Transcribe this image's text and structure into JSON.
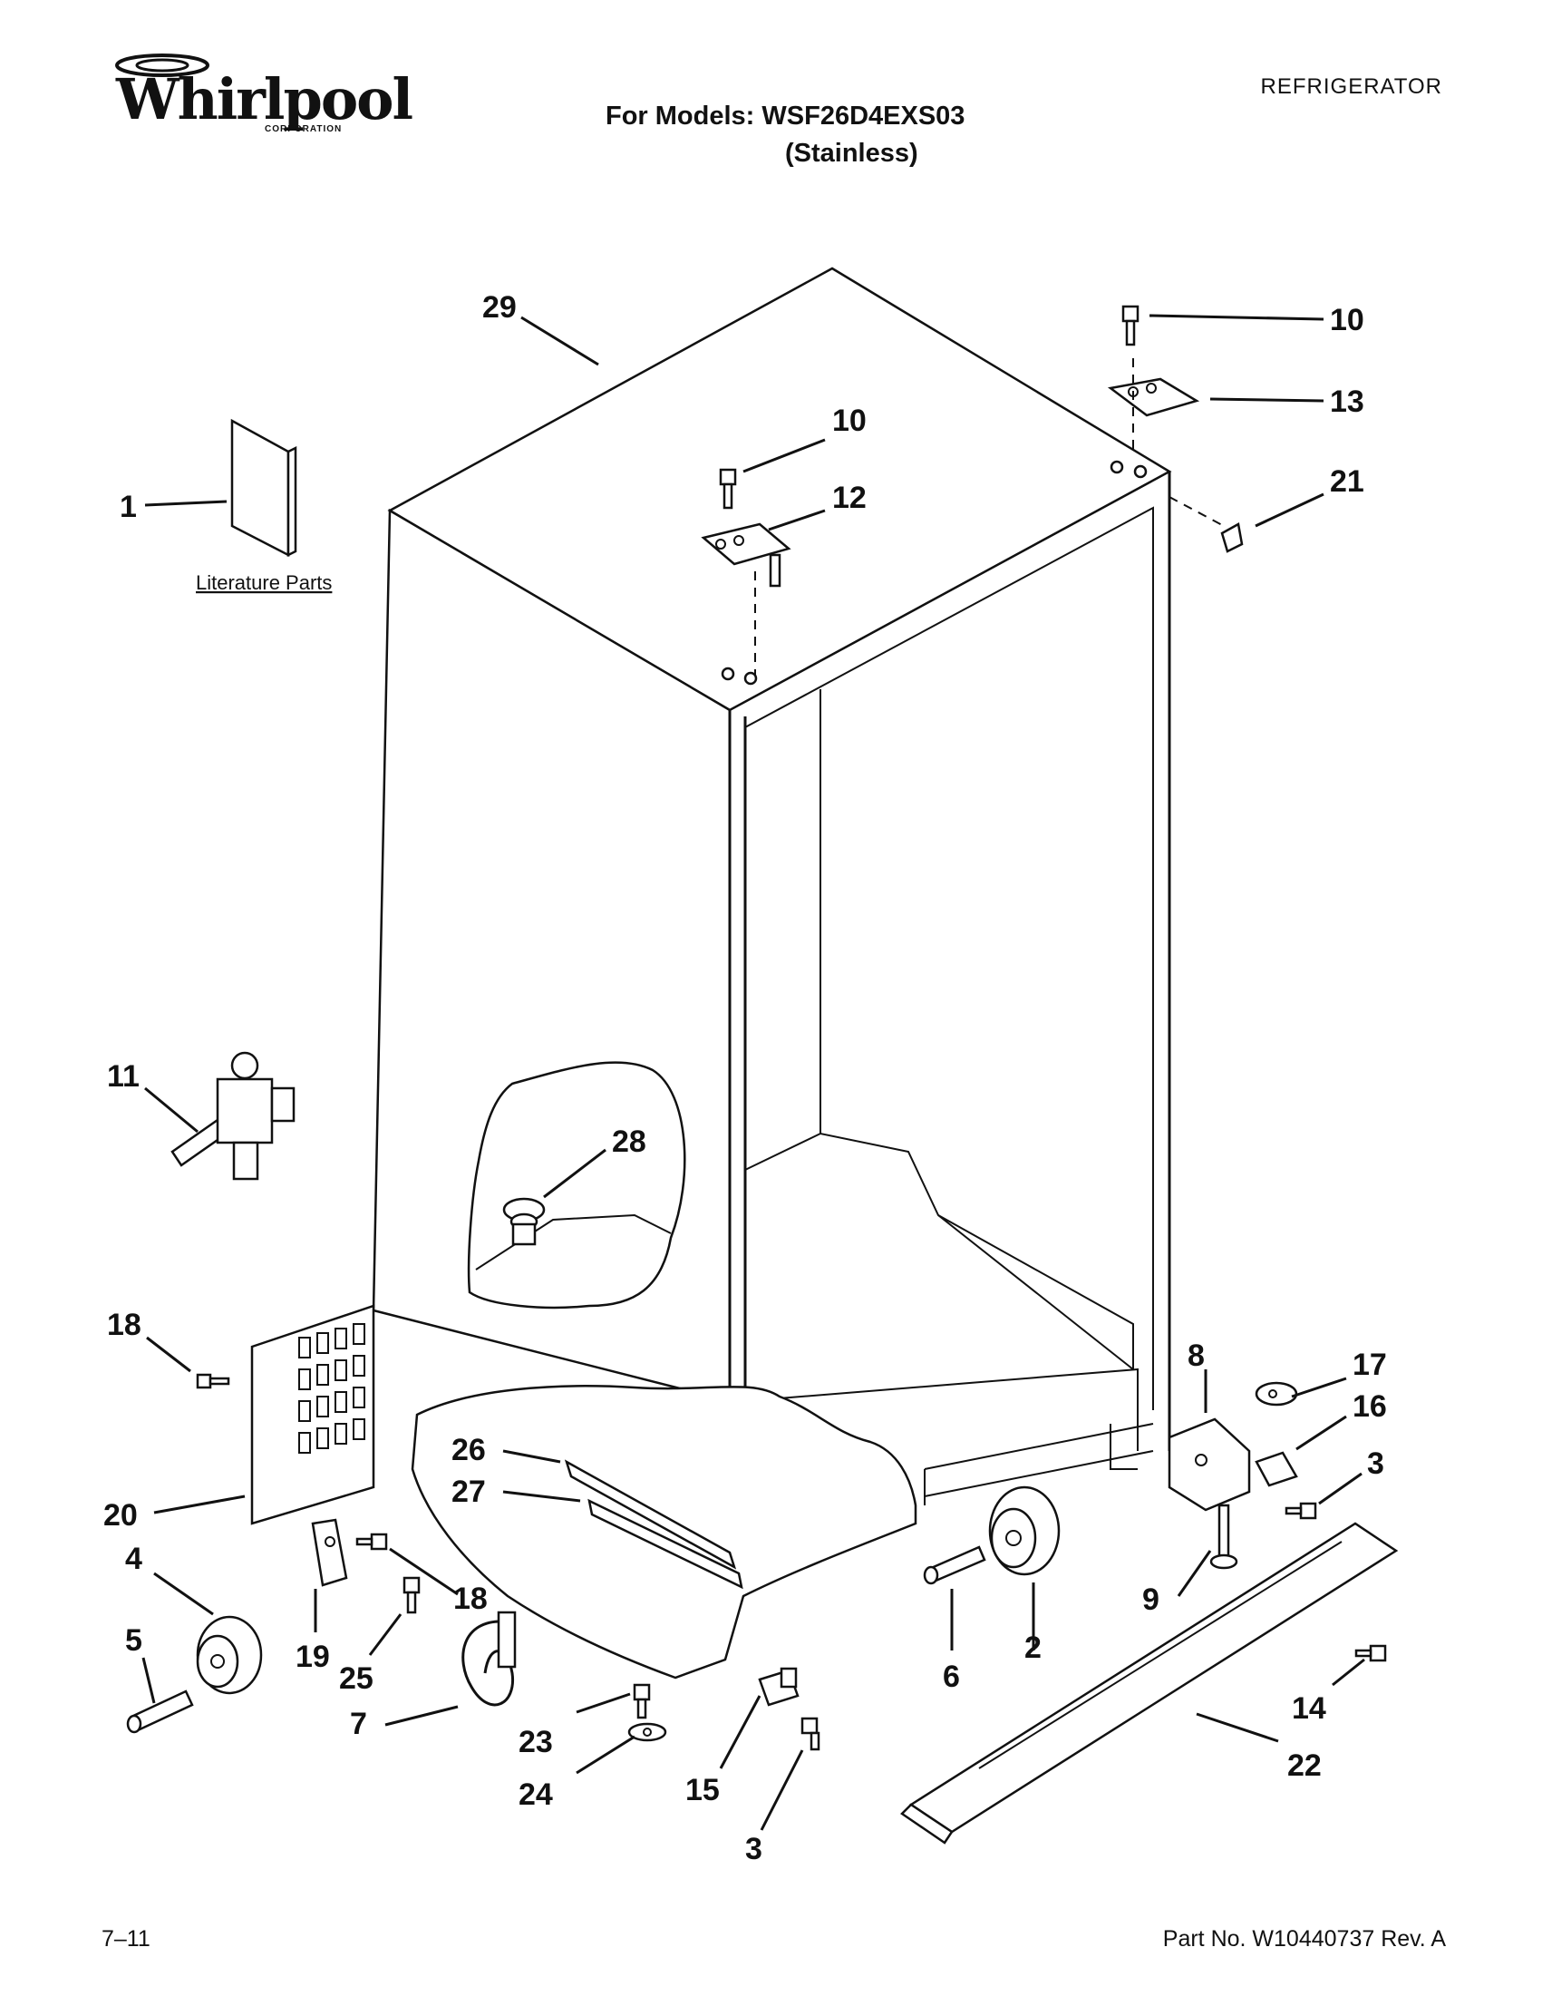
{
  "header": {
    "brand": "Whirlpool",
    "brand_sub": "CORPORATION",
    "category": "REFRIGERATOR",
    "models_line": "For Models: WSF26D4EXS03",
    "variant_line": "(Stainless)"
  },
  "diagram": {
    "literature_label": "Literature Parts",
    "callouts": [
      "29",
      "10",
      "13",
      "1",
      "10",
      "12",
      "21",
      "11",
      "28",
      "18",
      "8",
      "17",
      "16",
      "3",
      "26",
      "27",
      "20",
      "4",
      "18",
      "19",
      "5",
      "25",
      "7",
      "23",
      "24",
      "15",
      "3",
      "6",
      "2",
      "9",
      "14",
      "22"
    ]
  },
  "footer": {
    "page": "7–11",
    "part_number": "Part No. W10440737 Rev. A"
  }
}
